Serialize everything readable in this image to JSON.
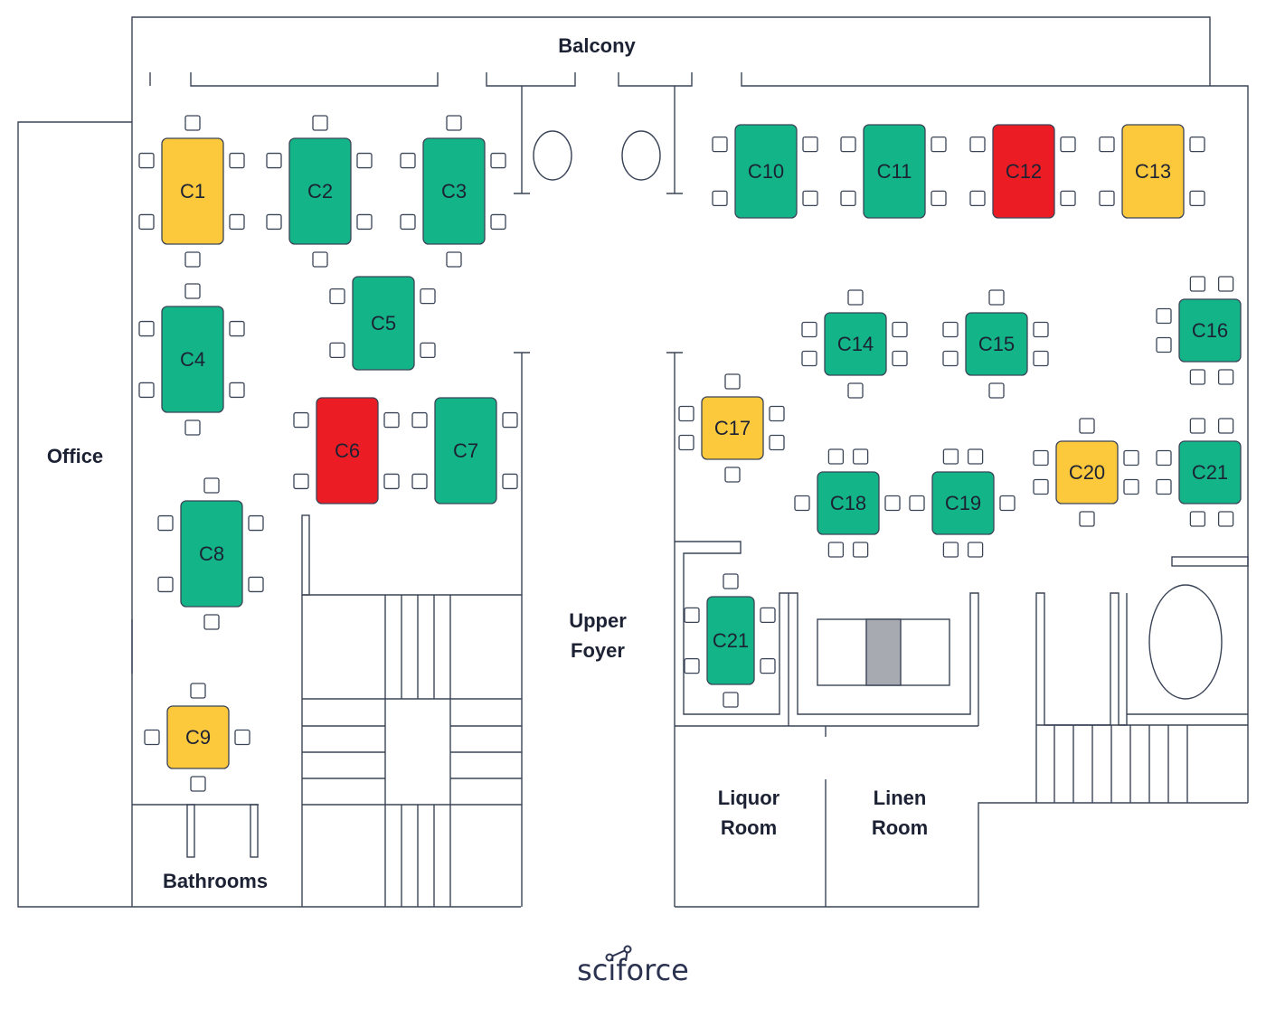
{
  "rooms": {
    "balcony": "Balcony",
    "office": "Office",
    "upper_foyer_line1": "Upper",
    "upper_foyer_line2": "Foyer",
    "bathrooms": "Bathrooms",
    "liquor_line1": "Liquor",
    "liquor_line2": "Room",
    "linen_line1": "Linen",
    "linen_line2": "Room"
  },
  "logo": {
    "text": "sciforce"
  },
  "status_colors": {
    "available": "#13b588",
    "reserved": "#fcc93d",
    "occupied": "#ec1c24"
  },
  "tables": [
    {
      "label": "C1",
      "status": "reserved"
    },
    {
      "label": "C2",
      "status": "available"
    },
    {
      "label": "C3",
      "status": "available"
    },
    {
      "label": "C4",
      "status": "available"
    },
    {
      "label": "C5",
      "status": "available"
    },
    {
      "label": "C6",
      "status": "occupied"
    },
    {
      "label": "C7",
      "status": "available"
    },
    {
      "label": "C8",
      "status": "available"
    },
    {
      "label": "C9",
      "status": "reserved"
    },
    {
      "label": "C10",
      "status": "available"
    },
    {
      "label": "C11",
      "status": "available"
    },
    {
      "label": "C12",
      "status": "occupied"
    },
    {
      "label": "C13",
      "status": "reserved"
    },
    {
      "label": "C14",
      "status": "available"
    },
    {
      "label": "C15",
      "status": "available"
    },
    {
      "label": "C16",
      "status": "available"
    },
    {
      "label": "C17",
      "status": "reserved"
    },
    {
      "label": "C18",
      "status": "available"
    },
    {
      "label": "C19",
      "status": "available"
    },
    {
      "label": "C20",
      "status": "reserved"
    },
    {
      "label": "C21",
      "status": "available"
    },
    {
      "label": "C21",
      "status": "available"
    }
  ]
}
